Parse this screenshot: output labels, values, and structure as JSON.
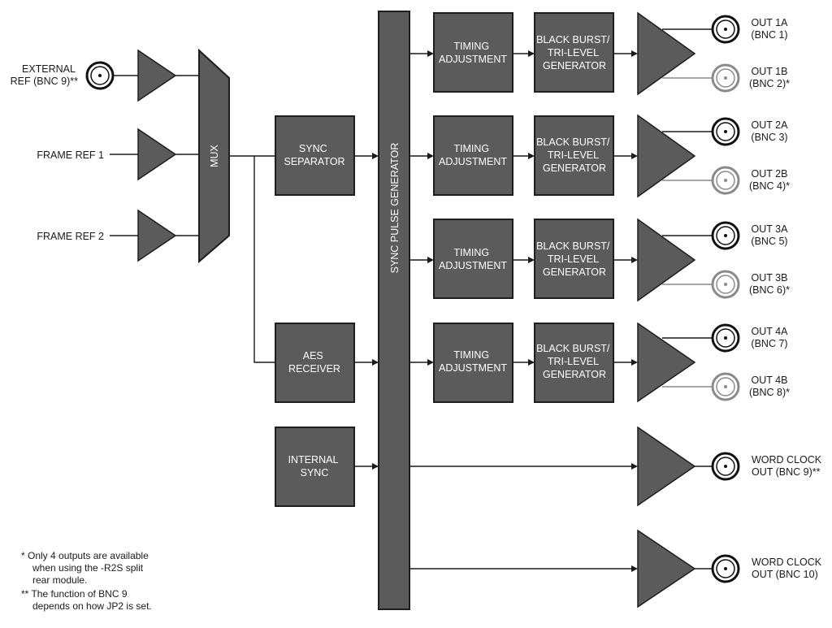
{
  "inputs": {
    "external_ref": [
      "EXTERNAL",
      "REF (BNC 9)**"
    ],
    "frame_ref_1": "FRAME REF 1",
    "frame_ref_2": "FRAME REF 2"
  },
  "blocks": {
    "mux": "MUX",
    "sync_separator": [
      "SYNC",
      "SEPARATOR"
    ],
    "aes_receiver": [
      "AES",
      "RECEIVER"
    ],
    "internal_sync": [
      "INTERNAL",
      "SYNC"
    ],
    "sync_pulse_generator": "SYNC PULSE GENERATOR",
    "timing_adjustment": [
      "TIMING",
      "ADJUSTMENT"
    ],
    "generator": [
      "BLACK BURST/",
      "TRI-LEVEL",
      "GENERATOR"
    ]
  },
  "outputs": [
    [
      "OUT 1A",
      "(BNC 1)"
    ],
    [
      "OUT 1B",
      "(BNC 2)*"
    ],
    [
      "OUT 2A",
      "(BNC 3)"
    ],
    [
      "OUT 2B",
      "(BNC 4)*"
    ],
    [
      "OUT 3A",
      "(BNC 5)"
    ],
    [
      "OUT 3B",
      "(BNC 6)*"
    ],
    [
      "OUT 4A",
      "(BNC 7)"
    ],
    [
      "OUT 4B",
      "(BNC 8)*"
    ],
    [
      "WORD CLOCK",
      "OUT (BNC 9)**"
    ],
    [
      "WORD CLOCK",
      "OUT (BNC 10)"
    ]
  ],
  "notes": [
    "*   Only 4 outputs are available",
    "when using  the -R2S split",
    "rear module.",
    "** The function of BNC 9",
    "depends on how JP2 is set."
  ],
  "colors": {
    "block_fill": "#5b5b5b",
    "block_stroke": "#1e1e1e",
    "secondary_output": "#8a8a8a"
  }
}
